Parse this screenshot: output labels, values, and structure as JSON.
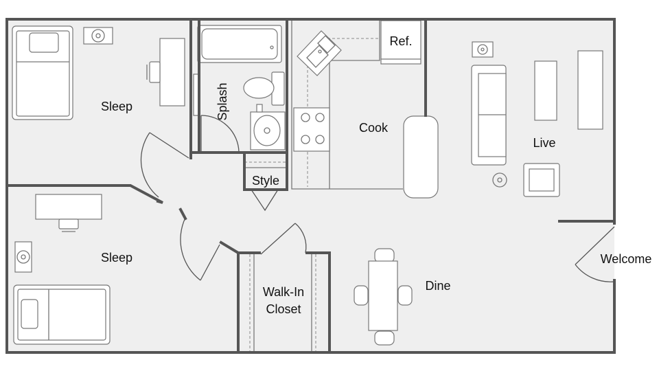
{
  "rooms": {
    "sleep_upper": "Sleep",
    "sleep_lower": "Sleep",
    "splash": "Splash",
    "style": "Style",
    "cook": "Cook",
    "ref": "Ref.",
    "live": "Live",
    "dine": "Dine",
    "walk_in_closet_line1": "Walk-In",
    "walk_in_closet_line2": "Closet",
    "welcome": "Welcome"
  },
  "colors": {
    "floor": "#efefef",
    "wall": "#555555",
    "furniture_line": "#777777"
  }
}
